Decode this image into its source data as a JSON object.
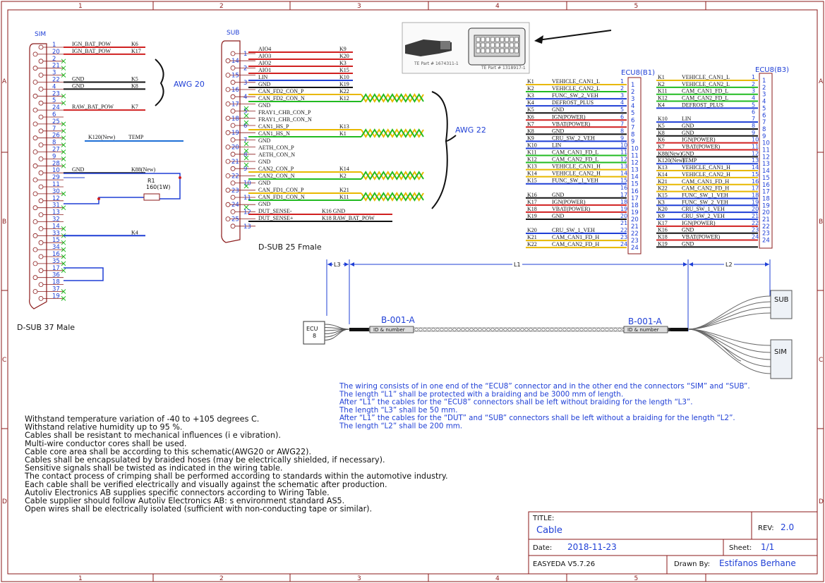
{
  "frame": {
    "cols": [
      "1",
      "2",
      "3",
      "4",
      "5"
    ],
    "rows": [
      "A",
      "B",
      "C",
      "D"
    ]
  },
  "sim": {
    "title": "SIM",
    "caption": "D-SUB 37 Male",
    "pins": [
      "1",
      "20",
      "2",
      "21",
      "3",
      "22",
      "4",
      "23",
      "5",
      "24",
      "6",
      "25",
      "7",
      "26",
      "8",
      "27",
      "9",
      "28",
      "10",
      "29",
      "11",
      "30",
      "12",
      "31",
      "13",
      "32",
      "14",
      "33",
      "15",
      "34",
      "16",
      "35",
      "17",
      "36",
      "18",
      "37",
      "19"
    ],
    "wires": [
      {
        "name": "IGN_BAT_POW",
        "k": "K6",
        "color": "#d02020"
      },
      {
        "name": "IGN_BAT_POW",
        "k": "K17",
        "color": "#d02020"
      },
      {
        "name": "GND",
        "k": "K5",
        "color": "#111111"
      },
      {
        "name": "GND",
        "k": "K8",
        "color": "#111111"
      },
      {
        "name": "RAW_BAT_POW",
        "k": "K7",
        "color": "#d02020"
      },
      {
        "name": "K120(New)",
        "k": "TEMP",
        "color": "#1f6fd6"
      },
      {
        "name": "GND",
        "k": "K88(New)",
        "color": "#111111"
      },
      {
        "name": "",
        "k": "K4",
        "color": "#1f3fd6"
      }
    ],
    "resistor_ref": "R1",
    "resistor_val": "160(1W)",
    "awg": "AWG 20"
  },
  "sub": {
    "title": "SUB",
    "caption": "D-SUB 25 Fmale",
    "pins": [
      "1",
      "14",
      "2",
      "15",
      "3",
      "16",
      "4",
      "17",
      "5",
      "18",
      "6",
      "19",
      "7",
      "20",
      "8",
      "21",
      "9",
      "22",
      "10",
      "23",
      "11",
      "24",
      "12",
      "25",
      "13"
    ],
    "signals": [
      {
        "name": "AIO4",
        "k": "K9"
      },
      {
        "name": "AIO3",
        "k": "K20"
      },
      {
        "name": "AIO2",
        "k": "K3"
      },
      {
        "name": "AIO1",
        "k": "K15"
      },
      {
        "name": "LIN",
        "k": "K10"
      },
      {
        "name": "GND",
        "k": "K19"
      },
      {
        "name": "CAN_FD2_CON_P",
        "k": "K22"
      },
      {
        "name": "CAN_FD2_CON_N",
        "k": "K12"
      },
      {
        "name": "GND",
        "k": ""
      },
      {
        "name": "FRAY1_CHB_CON_P",
        "k": ""
      },
      {
        "name": "FRAY1_CHB_CON_N",
        "k": ""
      },
      {
        "name": "CAN1_HS_P",
        "k": "K13"
      },
      {
        "name": "CAN1_HS_N",
        "k": "K1"
      },
      {
        "name": "GND",
        "k": ""
      },
      {
        "name": "AETH_CON_P",
        "k": ""
      },
      {
        "name": "AETH_CON_N",
        "k": ""
      },
      {
        "name": "GND",
        "k": ""
      },
      {
        "name": "CAN2_CON_P",
        "k": "K14"
      },
      {
        "name": "CAN2_CON_N",
        "k": "K2"
      },
      {
        "name": "GND",
        "k": ""
      },
      {
        "name": "CAN_FD1_CON_P",
        "k": "K21"
      },
      {
        "name": "CAN_FD1_CON_N",
        "k": "K11"
      },
      {
        "name": "GND",
        "k": ""
      },
      {
        "name": "DUT_SENSE-",
        "k": "K16 GND"
      },
      {
        "name": "DUT_SENSE+",
        "k": "K18  RAW_BAT_POW"
      }
    ],
    "awg": "AWG 22"
  },
  "parts": {
    "part1": "TE Part # 1674311-1",
    "part2": "TE Part # 1318917-1"
  },
  "ecu8_b1": {
    "title": "ECU8(B1)",
    "rows": [
      {
        "k": "K1",
        "name": "VEHICLE_CAN1_L",
        "pin": "1",
        "color": "#e8b800"
      },
      {
        "k": "K2",
        "name": "VEHICLE_CAN2_L",
        "pin": "2",
        "color": "#22bb22"
      },
      {
        "k": "K3",
        "name": "FUNC_SW_2_VEH",
        "pin": "3",
        "color": "#1f3fd6"
      },
      {
        "k": "K4",
        "name": "DEFROST_PLUS",
        "pin": "4",
        "color": "#1f3fd6"
      },
      {
        "k": "K5",
        "name": "GND",
        "pin": "5",
        "color": "#111111"
      },
      {
        "k": "K6",
        "name": "IGN(POWER)",
        "pin": "6",
        "color": "#d02020"
      },
      {
        "k": "K7",
        "name": "VBAT(POWER)",
        "pin": "7",
        "color": "#d02020"
      },
      {
        "k": "K8",
        "name": "GND",
        "pin": "8",
        "color": "#111111"
      },
      {
        "k": "K9",
        "name": "CRU_SW_2_VEH",
        "pin": "9",
        "color": "#1f3fd6"
      },
      {
        "k": "K10",
        "name": "LIN",
        "pin": "10",
        "color": "#1f3fd6"
      },
      {
        "k": "K11",
        "name": "CAM_CAN1_FD_L",
        "pin": "11",
        "color": "#22bb22"
      },
      {
        "k": "K12",
        "name": "CAM_CAN2_FD_L",
        "pin": "12",
        "color": "#22bb22"
      },
      {
        "k": "K13",
        "name": "VEHICLE_CAN1_H",
        "pin": "13",
        "color": "#e8b800"
      },
      {
        "k": "K14",
        "name": "VEHICLE_CAN2_H",
        "pin": "14",
        "color": "#e8b800"
      },
      {
        "k": "K15",
        "name": "FUNC_SW_1_VEH",
        "pin": "15",
        "color": "#1f3fd6"
      },
      {
        "k": "",
        "name": "",
        "pin": "16",
        "color": ""
      },
      {
        "k": "K16",
        "name": "GND",
        "pin": "17",
        "color": "#111111"
      },
      {
        "k": "K17",
        "name": "IGN(POWER)",
        "pin": "18",
        "color": "#d02020"
      },
      {
        "k": "K18",
        "name": "VBAT(POWER)",
        "pin": "19",
        "color": "#d02020"
      },
      {
        "k": "K19",
        "name": "GND",
        "pin": "20",
        "color": "#111111"
      },
      {
        "k": "",
        "name": "",
        "pin": "21",
        "color": ""
      },
      {
        "k": "K20",
        "name": "CRU_SW_1_VEH",
        "pin": "22",
        "color": "#1f3fd6"
      },
      {
        "k": "K21",
        "name": "CAM_CAN1_FD_H",
        "pin": "23",
        "color": "#e8b800"
      },
      {
        "k": "K22",
        "name": "CAM_CAN2_FD_H",
        "pin": "24",
        "color": "#e8b800"
      }
    ]
  },
  "ecu8_b3": {
    "title": "ECU8(B3)",
    "rows": [
      {
        "k": "K1",
        "name": "VEHICLE_CAN1_L",
        "pin": "1",
        "color": "#e8b800"
      },
      {
        "k": "K2",
        "name": "VEHICLE_CAN2_L",
        "pin": "2",
        "color": "#22bb22"
      },
      {
        "k": "K11",
        "name": "CAM_CAN1_FD_L",
        "pin": "3",
        "color": "#22bb22"
      },
      {
        "k": "K12",
        "name": "CAM_CAN2_FD_L",
        "pin": "4",
        "color": "#22bb22"
      },
      {
        "k": "K4",
        "name": "DEFROST_PLUS",
        "pin": "5",
        "color": "#1f3fd6"
      },
      {
        "k": "",
        "name": "",
        "pin": "6",
        "color": ""
      },
      {
        "k": "K10",
        "name": "LIN",
        "pin": "7",
        "color": "#1f3fd6"
      },
      {
        "k": "K5",
        "name": "GND",
        "pin": "8",
        "color": "#111111"
      },
      {
        "k": "K8",
        "name": "GND",
        "pin": "9",
        "color": "#111111"
      },
      {
        "k": "K6",
        "name": "IGN(POWER)",
        "pin": "10",
        "color": "#d02020"
      },
      {
        "k": "K7",
        "name": "VBAT(POWER)",
        "pin": "11",
        "color": "#d02020"
      },
      {
        "k": "K88(New)",
        "name": "GND",
        "pin": "12",
        "color": "#111111"
      },
      {
        "k": "K120(New)",
        "name": "TEMP",
        "pin": "13",
        "color": "#1f3fd6"
      },
      {
        "k": "K13",
        "name": "VEHICLE_CAN1_H",
        "pin": "14",
        "color": "#e8b800"
      },
      {
        "k": "K14",
        "name": "VEHICLE_CAN2_H",
        "pin": "15",
        "color": "#e8b800"
      },
      {
        "k": "K21",
        "name": "CAM_CAN1_FD_H",
        "pin": "16",
        "color": "#e8b800"
      },
      {
        "k": "K22",
        "name": "CAM_CAN2_FD_H",
        "pin": "17",
        "color": "#e8b800"
      },
      {
        "k": "K15",
        "name": "FUNC_SW_1_VEH",
        "pin": "18",
        "color": "#1f3fd6"
      },
      {
        "k": "K3",
        "name": "FUNC_SW_2_VEH",
        "pin": "19",
        "color": "#1f3fd6"
      },
      {
        "k": "K20",
        "name": "CRU_SW_1_VEH",
        "pin": "20",
        "color": "#1f3fd6"
      },
      {
        "k": "K9",
        "name": "CRU_SW_2_VEH",
        "pin": "21",
        "color": "#1f3fd6"
      },
      {
        "k": "K17",
        "name": "IGN(POWER)",
        "pin": "22",
        "color": "#d02020"
      },
      {
        "k": "K16",
        "name": "GND",
        "pin": "23",
        "color": "#111111"
      },
      {
        "k": "K18",
        "name": "VBAT(POWER)",
        "pin": "24",
        "color": "#d02020"
      },
      {
        "k": "K19",
        "name": "GND",
        "pin": "",
        "color": "#111111"
      }
    ]
  },
  "cable": {
    "l3": "L3",
    "l1": "L1",
    "l2": "L2",
    "ecu_label": "ECU",
    "ecu_num": "8",
    "marker_left": "B-001-A",
    "marker_right": "B-001-A",
    "id_tag": "ID & number",
    "sub": "SUB",
    "sim": "SIM"
  },
  "notes_blue": [
    "The wiring consists of in one end of the “ECU8” connector and in the other end the connectors “SIM” and “SUB”.",
    "The length “L1” shall be protected with a braiding and be 3000 mm of length.",
    "After “L1” the cables for the “ECU8” connectors shall be left without braiding for the length “L3”.",
    "The length “L3” shall be 50 mm.",
    "After “L1” the cables for the “DUT” and “SUB” connectors shall be left without a braiding for the length “L2”.",
    "The length “L2” shall be 200 mm."
  ],
  "notes_black": [
    "Withstand temperature variation of -40 to +105 degrees C.",
    "Withstand relative humidity up to 95 %.",
    "Cables shall be resistant to mechanical influences (i e vibration).",
    "Multi-wire conductor cores shall be used.",
    "Cable core area shall be according to this schematic(AWG20 or AWG22).",
    "Cables shall be encapsulated by braided hoses (may be electrically shielded, if necessary).",
    "Sensitive signals shall be twisted as indicated in the wiring table.",
    "The contact process of crimping shall be performed according to standards within the automotive industry.",
    "Each cable shall be verified electrically and visually against the schematic after production.",
    "Autoliv Electronics AB supplies specific connectors according to Wiring Table.",
    "Cable supplier should follow Autoliv Electronics AB: s environment standard AS5.",
    "Open wires shall be electrically isolated (sufficient with non-conducting tape or similar)."
  ],
  "titleblock": {
    "title_label": "TITLE:",
    "title": "Cable",
    "rev_label": "REV:",
    "rev": "2.0",
    "date_label": "Date:",
    "date": "2018-11-23",
    "sheet_label": "Sheet:",
    "sheet": "1/1",
    "tool": "EASYEDA V5.7.26",
    "drawn_label": "Drawn By:",
    "drawn": "Estifanos Berhane"
  }
}
